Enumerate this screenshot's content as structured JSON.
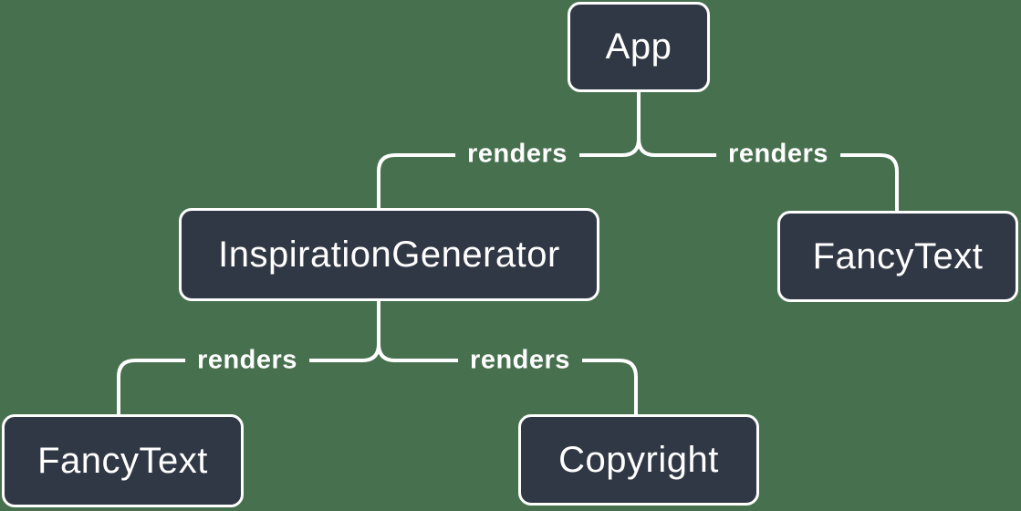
{
  "diagram": {
    "background_color": "#47704E",
    "node_fill_color": "#313845",
    "node_border_color": "#FFFFFF",
    "connector_color": "#FFFFFF",
    "text_color": "#FFFFFF",
    "nodes": [
      {
        "id": "app",
        "label": "App"
      },
      {
        "id": "inspiration-generator",
        "label": "InspirationGenerator"
      },
      {
        "id": "fancy-text-top",
        "label": "FancyText"
      },
      {
        "id": "fancy-text-bottom",
        "label": "FancyText"
      },
      {
        "id": "copyright",
        "label": "Copyright"
      }
    ],
    "edges": [
      {
        "from": "App",
        "to": "InspirationGenerator",
        "label": "renders"
      },
      {
        "from": "App",
        "to": "FancyText",
        "label": "renders"
      },
      {
        "from": "InspirationGenerator",
        "to": "FancyText",
        "label": "renders"
      },
      {
        "from": "InspirationGenerator",
        "to": "Copyright",
        "label": "renders"
      }
    ]
  }
}
